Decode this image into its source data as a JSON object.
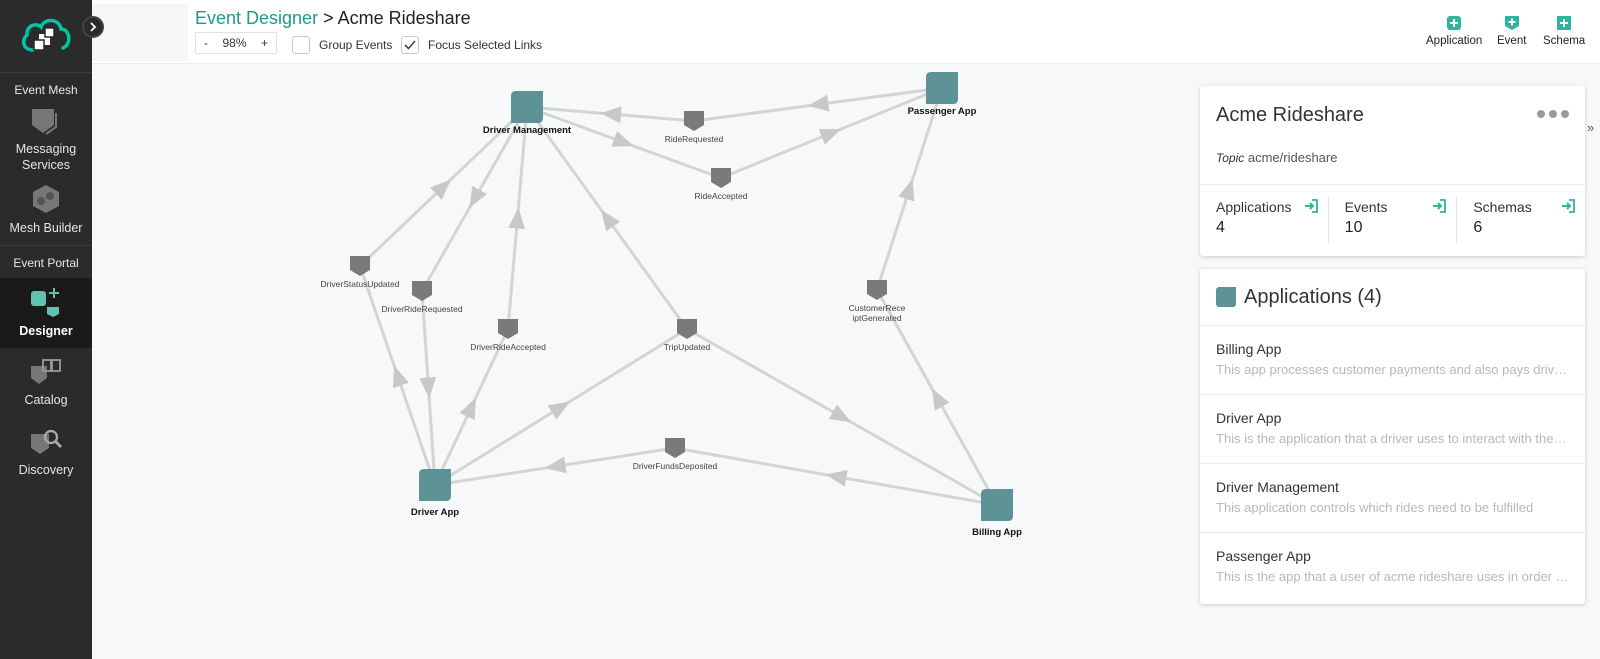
{
  "sidebar": {
    "sections": [
      {
        "title": "Event Mesh",
        "items": [
          {
            "label_lines": [
              "Messaging",
              "Services"
            ],
            "icon": "messaging-icon",
            "active": false
          },
          {
            "label_lines": [
              "Mesh Builder"
            ],
            "icon": "mesh-builder-icon",
            "active": false
          }
        ]
      },
      {
        "title": "Event Portal",
        "items": [
          {
            "label_lines": [
              "Designer"
            ],
            "icon": "designer-icon",
            "active": true
          },
          {
            "label_lines": [
              "Catalog"
            ],
            "icon": "catalog-icon",
            "active": false
          },
          {
            "label_lines": [
              "Discovery"
            ],
            "icon": "discovery-icon",
            "active": false
          }
        ]
      }
    ]
  },
  "header": {
    "breadcrumb_link": "Event Designer",
    "breadcrumb_sep": " > ",
    "breadcrumb_current": "Acme Rideshare",
    "zoom_minus": "-",
    "zoom_value": "98%",
    "zoom_plus": "+",
    "group_events_label": "Group Events",
    "group_events_checked": false,
    "focus_links_label": "Focus Selected Links",
    "focus_links_checked": true,
    "actions": [
      "Application",
      "Event",
      "Schema"
    ]
  },
  "graph": {
    "applications": [
      "Driver Management",
      "Passenger App",
      "Driver App",
      "Billing App"
    ],
    "events": [
      "RideRequested",
      "RideAccepted",
      "DriverStatusUpdated",
      "DriverRideRequested",
      "DriverRideAccepted",
      "TripUpdated",
      "CustomerReceiptGenerated",
      "DriverFundsDeposited"
    ],
    "event_label_lines": {
      "CustomerReceiptGenerated": [
        "CustomerRece",
        "iptGenerated"
      ]
    }
  },
  "summary": {
    "title": "Acme Rideshare",
    "topic_label": "Topic",
    "topic_value": "acme/rideshare",
    "stats": [
      {
        "label": "Applications",
        "value": "4"
      },
      {
        "label": "Events",
        "value": "10"
      },
      {
        "label": "Schemas",
        "value": "6"
      }
    ]
  },
  "applications_panel": {
    "title": "Applications (4)",
    "items": [
      {
        "name": "Billing App",
        "desc": "This app processes customer payments and also pays drivers"
      },
      {
        "name": "Driver App",
        "desc": "This is the application that a driver uses to interact with the system"
      },
      {
        "name": "Driver Management",
        "desc": "This application controls which rides need to be fulfilled"
      },
      {
        "name": "Passenger App",
        "desc": "This is the app that a user of acme rideshare uses in order to request rides"
      }
    ]
  },
  "colors": {
    "accent": "#1e9a89",
    "app_node": "#5d9296",
    "event_node": "#7a7a7a",
    "edge": "#d4d4d4",
    "sidebar": "#2b2b2b"
  }
}
